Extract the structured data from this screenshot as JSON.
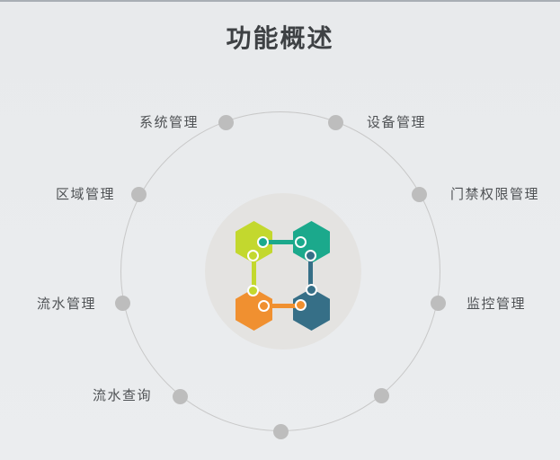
{
  "page": {
    "title": "功能概述"
  },
  "diagram": {
    "features": [
      "系统管理",
      "设备管理",
      "区域管理",
      "门禁权限管理",
      "流水管理",
      "监控管理",
      "流水查询"
    ],
    "center_icon": "linked-hexagons-icon",
    "colors": {
      "bg": "#e9ebed",
      "top_edge": "#a8aeb4",
      "title_text": "#3e4144",
      "label_text": "#4e5154",
      "orbit_line": "#c8c8c8",
      "orbit_dot": "#bdbdbd",
      "center_circle": "#e4e3e1",
      "hex_lime": "#c3d82e",
      "hex_teal": "#1ba98c",
      "hex_orange": "#f09030",
      "hex_slate": "#366f87"
    }
  }
}
